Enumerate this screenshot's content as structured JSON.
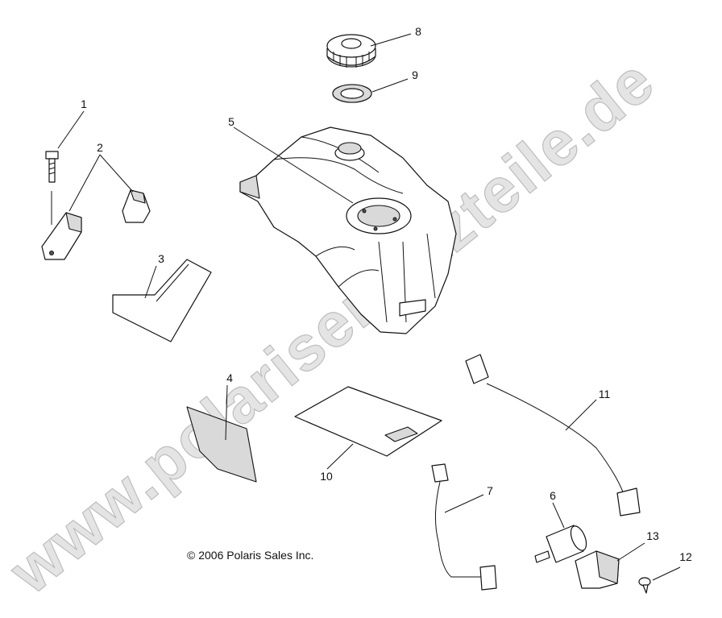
{
  "watermark": "www.polarisersatzteile.de",
  "copyright": "© 2006 Polaris Sales Inc.",
  "callouts": [
    "1",
    "2",
    "3",
    "4",
    "5",
    "6",
    "7",
    "8",
    "9",
    "10",
    "11",
    "12",
    "13"
  ]
}
